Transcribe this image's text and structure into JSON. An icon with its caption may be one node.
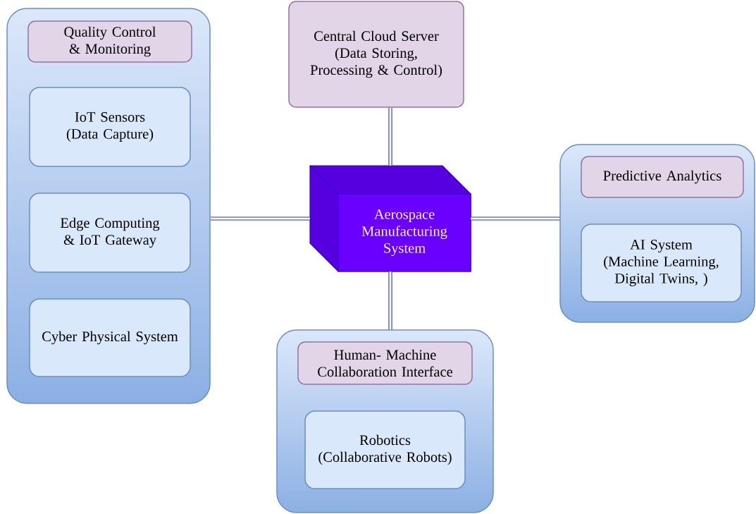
{
  "diagram": {
    "nodes": [
      {
        "text": [],
        "shape": "box"
      },
      {
        "text": [
          "Quality Control & Monitoring"
        ],
        "in": 0
      },
      {
        "text": [
          "IoT Sensors (Data Capture)"
        ],
        "in": 0
      },
      {
        "text": [
          "Edge Computing & IoT Gateway"
        ],
        "in": 0
      },
      {
        "text": [
          "Cyber Physical System"
        ],
        "in": 0
      },
      {
        "text": [
          "Central Cloud Server (Data Storing, Processing & Control)"
        ]
      },
      {
        "text": [
          "Aerospace Manufacturing System"
        ]
      },
      {
        "text": [],
        "shape": "box"
      },
      {
        "text": [
          "Predictive Analytics"
        ],
        "in": 7
      },
      {
        "text": [
          "AI System (Machine Learning, Digital Twins, )"
        ],
        "in": 7
      },
      {
        "text": [],
        "shape": "box"
      },
      {
        "text": [
          "Human- Machine Collaboration Interface"
        ],
        "in": 10
      },
      {
        "text": [
          "Robotics (Collaborative Robots)"
        ],
        "in": 10
      }
    ],
    "edges": [
      {
        "from": 0,
        "to": 6,
        "arrow": "none"
      },
      {
        "from": 5,
        "to": 6,
        "arrow": "none"
      },
      {
        "from": 6,
        "to": 7,
        "arrow": "none"
      },
      {
        "from": 6,
        "to": 10,
        "arrow": "none"
      }
    ]
  }
}
